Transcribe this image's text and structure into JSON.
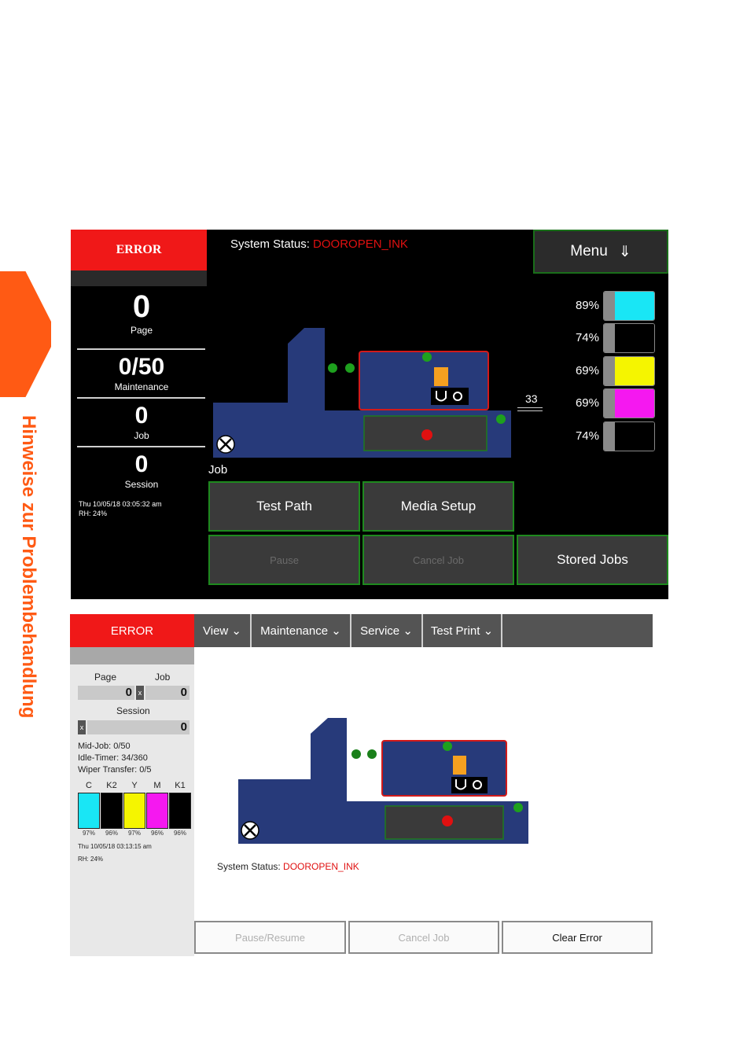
{
  "sidebar": {
    "title": "Hinweise zur Problembehandlung"
  },
  "screen1": {
    "error_label": "ERROR",
    "status_label": "System Status:",
    "status_value": "DOOROPEN_INK",
    "menu_label": "Menu",
    "menu_icon": "⇓",
    "counters": [
      {
        "value": "0",
        "label": "Page"
      },
      {
        "value": "0/50",
        "label": "Maintenance"
      },
      {
        "value": "0",
        "label": "Job"
      },
      {
        "value": "0",
        "label": "Session"
      }
    ],
    "datetime": "Thu 10/05/18 03:05:32 am",
    "humidity": "RH: 24%",
    "inks": [
      {
        "percent": "89%",
        "color": "#19e6f5"
      },
      {
        "percent": "74%",
        "color": "#000000"
      },
      {
        "percent": "69%",
        "color": "#f5f500"
      },
      {
        "percent": "69%",
        "color": "#f518f0"
      },
      {
        "percent": "74%",
        "color": "#000000"
      }
    ],
    "tray_count": "33",
    "job_label": "Job",
    "buttons": {
      "test_path": "Test Path",
      "media_setup": "Media Setup",
      "pause": "Pause",
      "cancel_job": "Cancel Job",
      "stored_jobs": "Stored Jobs"
    }
  },
  "screen2": {
    "error_label": "ERROR",
    "menus": [
      "View",
      "Maintenance",
      "Service",
      "Test Print"
    ],
    "counters": {
      "page_label": "Page",
      "job_label": "Job",
      "page_value": "0",
      "job_value": "0",
      "session_label": "Session",
      "session_value": "0",
      "reset_symbol": "x"
    },
    "mid_job": "Mid-Job: 0/50",
    "idle_timer": "Idle-Timer: 34/360",
    "wiper_transfer": "Wiper Transfer: 0/5",
    "inks": [
      {
        "label": "C",
        "percent": "97%",
        "color": "#19e6f5"
      },
      {
        "label": "K2",
        "percent": "96%",
        "color": "#000000"
      },
      {
        "label": "Y",
        "percent": "97%",
        "color": "#f5f500"
      },
      {
        "label": "M",
        "percent": "96%",
        "color": "#f518f0"
      },
      {
        "label": "K1",
        "percent": "96%",
        "color": "#000000"
      }
    ],
    "datetime": "Thu 10/05/18 03:13:15 am",
    "humidity": "RH: 24%",
    "status_label": "System Status:",
    "status_value": "DOOROPEN_INK",
    "buttons": {
      "pause_resume": "Pause/Resume",
      "cancel_job": "Cancel Job",
      "clear_error": "Clear Error"
    }
  },
  "colors": {
    "accent": "#ff5a14",
    "error": "#f01818",
    "machine_blue": "#273a7a",
    "indicator_green": "#1e8a1e"
  }
}
